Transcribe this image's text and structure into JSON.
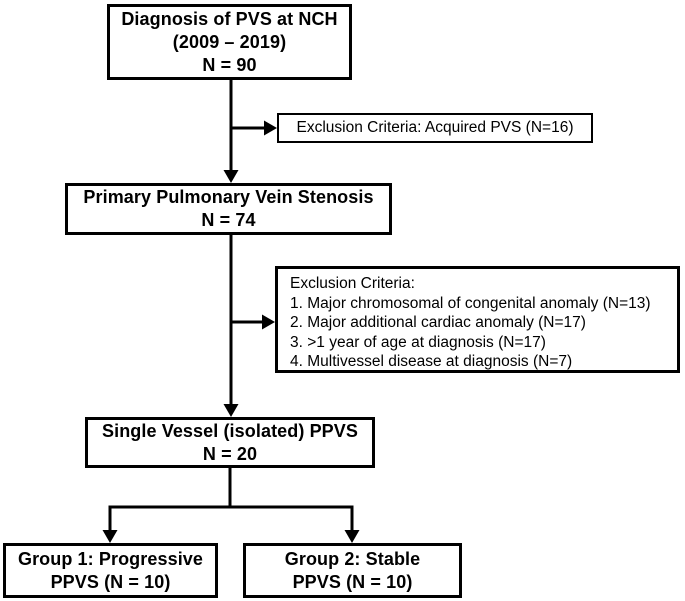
{
  "figure": {
    "title": "PPVS study cohort flowchart",
    "background_color": "#ffffff",
    "line_color": "#000000",
    "text_color": "#000000"
  },
  "boxes": {
    "diagnosis": {
      "lines": [
        "Diagnosis of PVS at NCH",
        "(2009 – 2019)",
        "N = 90"
      ]
    },
    "exclusion1": {
      "text": "Exclusion Criteria: Acquired PVS (N=16)"
    },
    "primary": {
      "lines": [
        "Primary Pulmonary Vein Stenosis",
        "N = 74"
      ]
    },
    "exclusion2": {
      "title": "Exclusion Criteria:",
      "items": [
        "1. Major chromosomal of congenital anomaly (N=13)",
        "2. Major additional cardiac anomaly (N=17)",
        "3. >1 year of age at diagnosis (N=17)",
        "4. Multivessel disease at diagnosis (N=7)"
      ]
    },
    "single_vessel": {
      "lines": [
        "Single Vessel (isolated) PPVS",
        "N = 20"
      ]
    },
    "group1": {
      "lines": [
        "Group 1: Progressive",
        "PPVS (N = 10)"
      ]
    },
    "group2": {
      "lines": [
        "Group 2: Stable",
        "PPVS (N = 10)"
      ]
    }
  }
}
